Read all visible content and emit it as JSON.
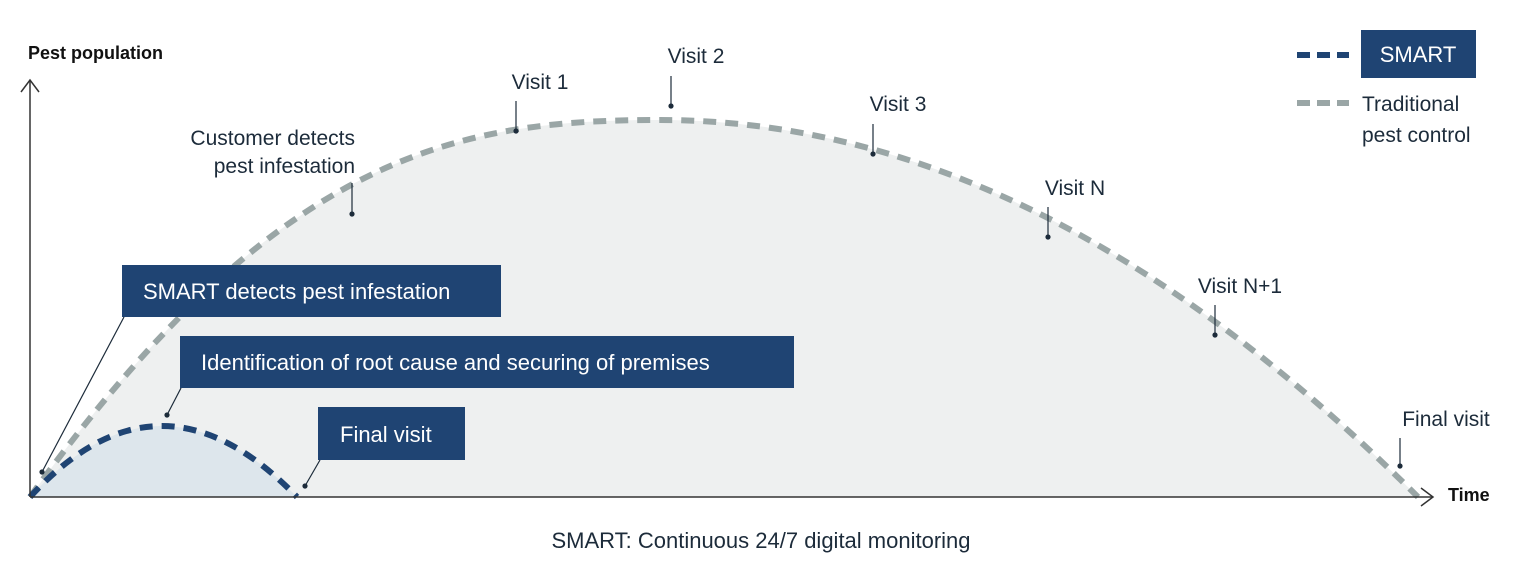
{
  "y_axis_label": "Pest population",
  "x_axis_label": "Time",
  "caption": "SMART: Continuous 24/7 digital monitoring",
  "legend": {
    "smart": "SMART",
    "traditional": [
      "Traditional",
      "pest control"
    ]
  },
  "traditional_labels": {
    "customer_detects": [
      "Customer detects",
      "pest infestation"
    ],
    "visit1": "Visit 1",
    "visit2": "Visit 2",
    "visit3": "Visit 3",
    "visitN": "Visit N",
    "visitN1": "Visit N+1",
    "final": "Final visit"
  },
  "smart_labels": {
    "detects": "SMART detects pest infestation",
    "identification": "Identification of root cause and securing of premises",
    "final": "Final visit"
  },
  "colors": {
    "smart": "#1f4473",
    "traditional": "#9aa6a6",
    "traditional_fill": "#eef0f0",
    "smart_fill": "#dde6ec",
    "axis": "#333333",
    "text": "#1c2b3a"
  }
}
